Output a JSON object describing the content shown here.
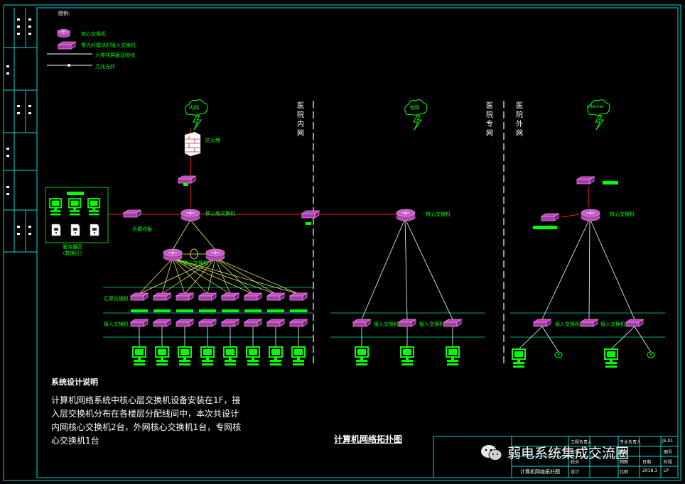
{
  "legend": {
    "title": "图例:",
    "items": [
      "核心交换机",
      "带光纤模块的接入交换机",
      "六类非屏蔽双绞线",
      "万兆光纤"
    ]
  },
  "zones": [
    {
      "label": "医院内网",
      "cloud": "内网"
    },
    {
      "label": "医院专网",
      "cloud": "专网"
    },
    {
      "label": "医院外网",
      "cloud": "internet"
    }
  ],
  "labels": {
    "firewall": "防火墙",
    "core_left": "核心层交换机",
    "load_balancer": "负载均衡",
    "server_zone": "服务器区\n(数据区)",
    "core_pair": "核心交换机",
    "agg_switch": "汇聚交换机",
    "access_switch": "接入交换机",
    "core_mid": "核心交换机",
    "access_mid_1": "接入交换机",
    "access_mid_2": "接入交换机",
    "core_right": "核心交换机",
    "access_right_1": "接入交换机",
    "access_right_2": "接入交换机"
  },
  "notes": {
    "heading": "系统设计说明",
    "body": "计算机网络系统中核心层交换机设备安装在1F，接入层交换机分布在各楼层分配线间中，本次共设计内网核心交换机2台，外网核心交换机1台，专网核心交换机1台"
  },
  "diagram_title": "计算机网络拓扑图",
  "watermark": "弱电系统集成交流圈",
  "title_block": {
    "drawing_name": "计算机网络拓扑图",
    "cells": [
      "工程负责人",
      "审定",
      "校对",
      "设计",
      "专业负责人",
      "审核",
      "制图",
      "比例",
      "日期",
      "图号",
      "阶段",
      "2018.3",
      "LP",
      "JS-01"
    ]
  },
  "colors": {
    "frame": "#00d8d8",
    "device": "#e060d0",
    "link_red": "#ff2020",
    "link_fiber": "#ffff66",
    "pc": "#00ff00",
    "text": "#00ff00"
  }
}
